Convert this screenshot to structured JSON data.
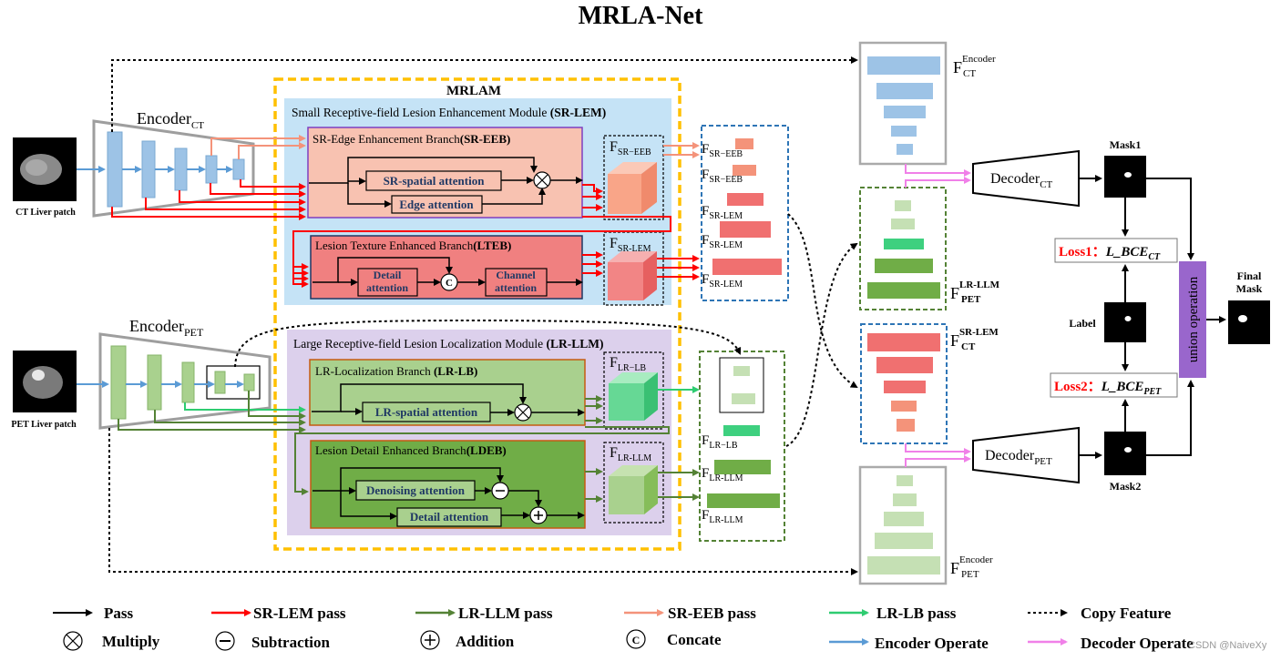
{
  "title": "MRLA-Net",
  "inputs": {
    "ct_label": "CT Liver patch",
    "pet_label": "PET Liver patch"
  },
  "encoders": {
    "ct": {
      "main": "Encoder",
      "sub": "CT"
    },
    "pet": {
      "main": "Encoder",
      "sub": "PET"
    }
  },
  "mrlam": {
    "label": "MRLAM",
    "sr_lem": {
      "title": "Small Receptive-field Lesion Enhancement Module ",
      "title_abbr": "(SR-LEM)",
      "eeb": {
        "title": "SR-Edge Enhancement Branch",
        "abbr": "(SR-EEB)",
        "spatial": "SR-spatial attention",
        "edge": "Edge attention",
        "feature_main": "F",
        "feature_sub": "SR−EEB"
      },
      "lteb": {
        "title": "Lesion Texture Enhanced Branch",
        "abbr": "(LTEB)",
        "detail_line1": "Detail",
        "detail_line2": "attention",
        "channel_line1": "Channel",
        "channel_line2": "attention",
        "concat": "C",
        "feature_main": "F",
        "feature_sub": "SR-LEM"
      }
    },
    "lr_llm": {
      "title": "Large Receptive-field Lesion Localization Module ",
      "title_abbr": "(LR-LLM)",
      "lb": {
        "title": "LR-Localization Branch ",
        "abbr": "(LR-LB)",
        "spatial": "LR-spatial attention",
        "feature_main": "F",
        "feature_sub": "LR−LB"
      },
      "ldeb": {
        "title": "Lesion Detail Enhanced Branch",
        "abbr": "(LDEB)",
        "denoise": "Denoising attention",
        "detail": "Detail attention",
        "feature_main": "F",
        "feature_sub": "LR-LLM"
      }
    }
  },
  "outputs": {
    "sr": [
      {
        "main": "F",
        "sub": "SR−EEB"
      },
      {
        "main": "F",
        "sub": "SR−EEB"
      },
      {
        "main": "F",
        "sub": "SR-LEM"
      },
      {
        "main": "F",
        "sub": "SR-LEM"
      },
      {
        "main": "F",
        "sub": "SR-LEM"
      }
    ],
    "lr": [
      {
        "main": "F",
        "sub": "LR−LB"
      },
      {
        "main": "F",
        "sub": "LR-LLM"
      },
      {
        "main": "F",
        "sub": "LR-LLM"
      }
    ]
  },
  "stacks": {
    "ct_encoder": {
      "main": "F",
      "sup": "Encoder",
      "sub": "CT"
    },
    "pet_lr_llm": {
      "main": "F",
      "sup": "LR-LLM",
      "sub": "PET"
    },
    "ct_sr_lem": {
      "main": "F",
      "sup": "SR-LEM",
      "sub": "CT"
    },
    "pet_encoder": {
      "main": "F",
      "sup": "Encoder",
      "sub": "PET"
    }
  },
  "decoders": {
    "ct": {
      "main": "Decoder",
      "sub": "CT"
    },
    "pet": {
      "main": "Decoder",
      "sub": "PET"
    }
  },
  "masks": {
    "mask1": "Mask1",
    "mask2": "Mask2",
    "label": "Label",
    "final_line1": "Final",
    "final_line2": "Mask"
  },
  "losses": {
    "loss1": {
      "prefix": "Loss1：",
      "main": "L_BCE",
      "sub": "CT"
    },
    "loss2": {
      "prefix": "Loss2：",
      "main": "L_BCE",
      "sub": "PET"
    }
  },
  "union": "union operation",
  "legend": [
    {
      "icon": "black-arrow",
      "label": "Pass"
    },
    {
      "icon": "red-arrow",
      "label": "SR-LEM pass"
    },
    {
      "icon": "olive-arrow",
      "label": "LR-LLM pass"
    },
    {
      "icon": "salmon-arrow",
      "label": "SR-EEB pass"
    },
    {
      "icon": "green-arrow",
      "label": "LR-LB pass"
    },
    {
      "icon": "dotted-arrow",
      "label": "Copy Feature"
    },
    {
      "icon": "multiply-symbol",
      "label": "Multiply"
    },
    {
      "icon": "subtraction-symbol",
      "label": "Subtraction"
    },
    {
      "icon": "addition-symbol",
      "label": "Addition"
    },
    {
      "icon": "concat-symbol",
      "label": "Concate"
    },
    {
      "icon": "blue-arrow",
      "label": "Encoder Operate"
    },
    {
      "icon": "pink-arrow",
      "label": "Decoder Operate"
    }
  ],
  "watermark": "CSDN @NaiveXy",
  "colors": {
    "sr_lem_bg": "#c5e3f6",
    "lr_llm_bg": "#dcd0ec",
    "eeb_bg": "#f8c2b1",
    "lteb_bg": "#f08080",
    "lb_bg": "#a9d08e",
    "ldeb_bg": "#70ad47",
    "mrlam_border": "#ffc000",
    "red": "#ff0000",
    "olive": "#548235",
    "salmon": "#f4937a",
    "green": "#2ecc71",
    "blue": "#5b9bd5",
    "pink": "#f080e8",
    "union": "#9966cc"
  }
}
